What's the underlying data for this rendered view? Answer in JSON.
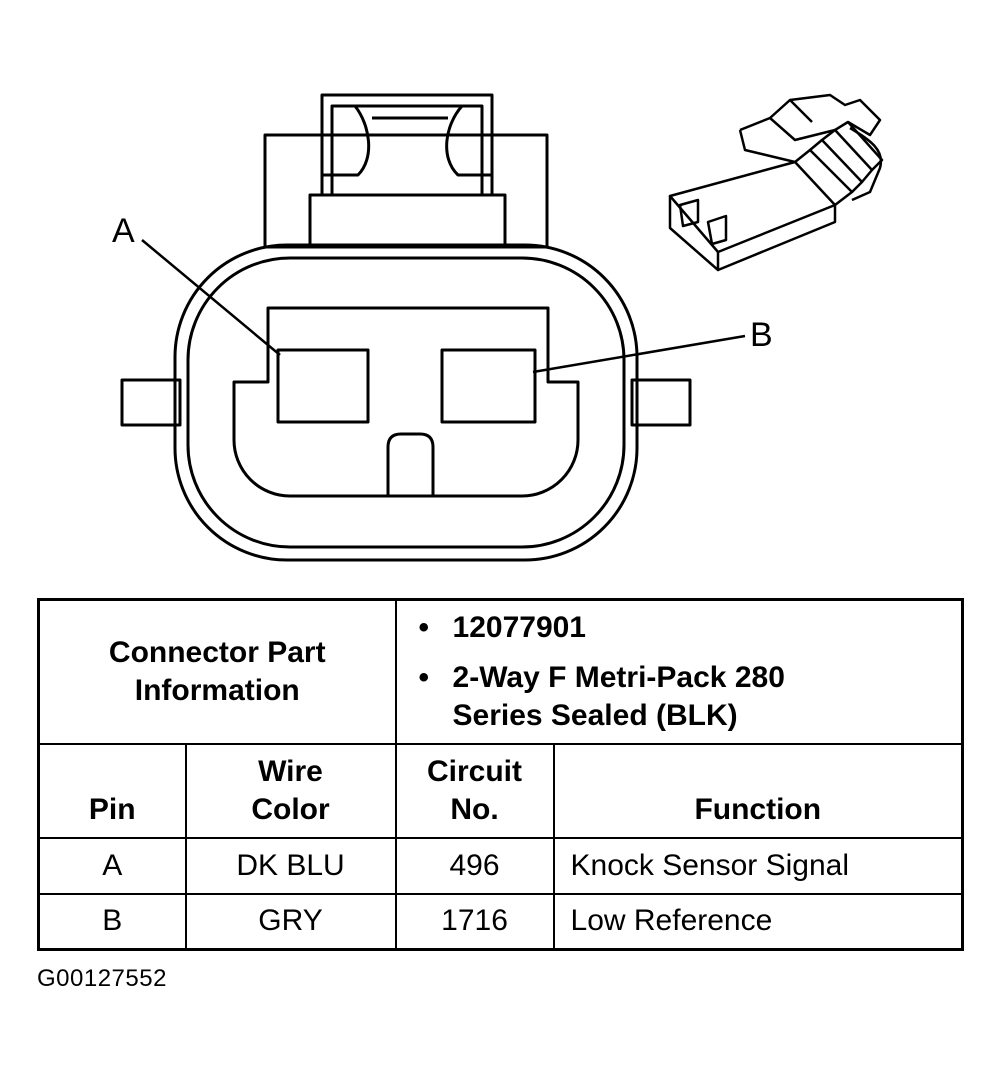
{
  "diagram": {
    "pin_labels": [
      "A",
      "B"
    ]
  },
  "table": {
    "part_info_label": "Connector Part Information",
    "part_info_items": [
      "12077901",
      "2-Way F Metri-Pack 280 Series Sealed (BLK)"
    ],
    "headers": {
      "pin": "Pin",
      "wire_color": "Wire Color",
      "circuit_no": "Circuit No.",
      "function": "Function"
    },
    "rows": [
      {
        "pin": "A",
        "wire_color": "DK BLU",
        "circuit_no": "496",
        "function": "Knock Sensor Signal"
      },
      {
        "pin": "B",
        "wire_color": "GRY",
        "circuit_no": "1716",
        "function": "Low Reference"
      }
    ]
  },
  "figure_id": "G00127552"
}
